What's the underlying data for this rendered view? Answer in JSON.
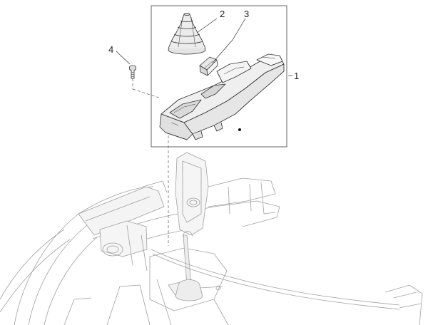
{
  "callouts": {
    "part_1": "1",
    "part_2": "2",
    "part_3": "3",
    "part_4": "4"
  },
  "colors": {
    "part_outline": "#333333",
    "chassis_outline": "#9a9a9a",
    "part_fill": "#ececec",
    "leader": "#333333"
  }
}
